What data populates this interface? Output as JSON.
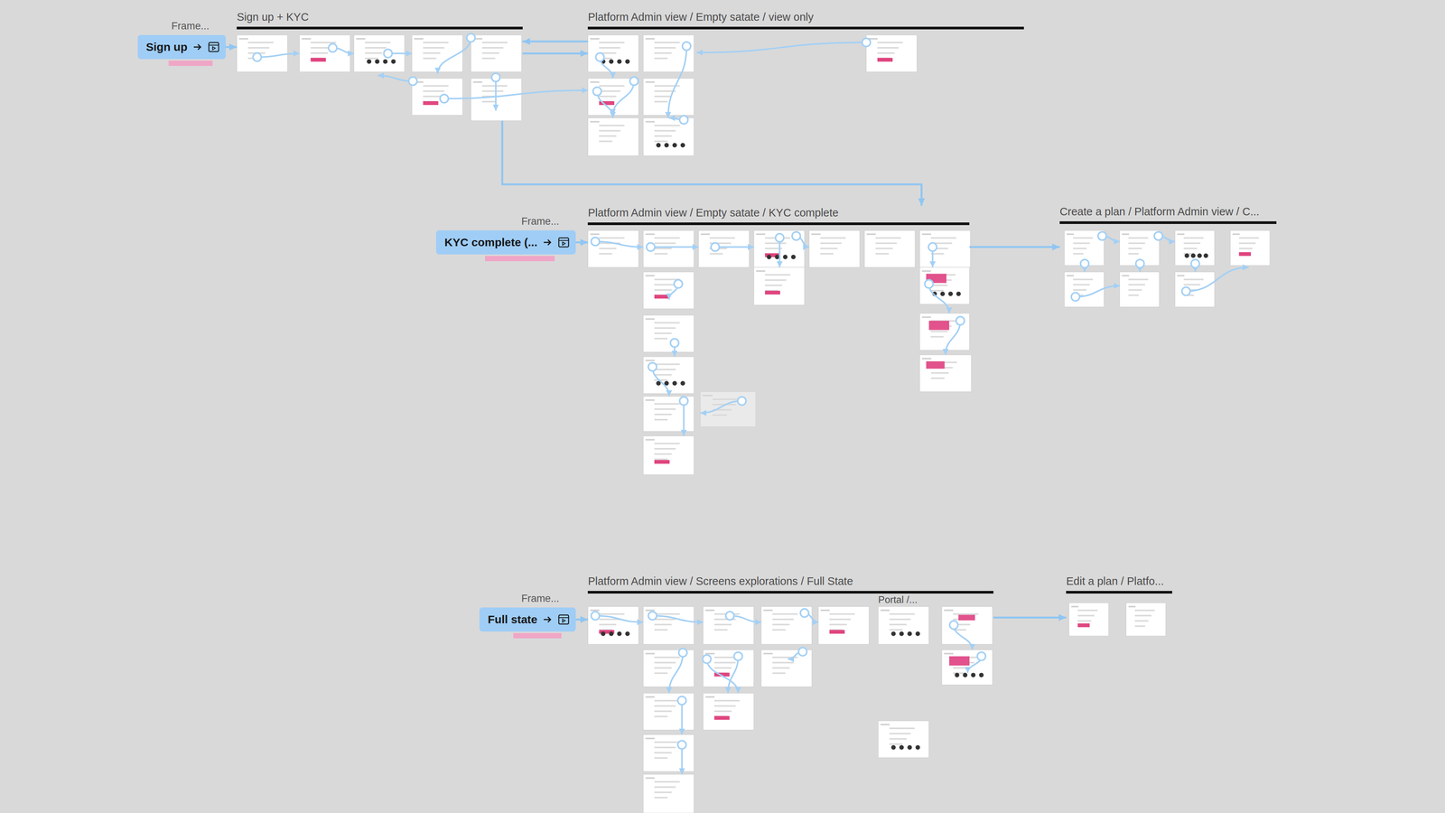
{
  "diagram": {
    "nodes": [
      {
        "text": [
          "Sign up"
        ]
      },
      {
        "text": [
          "Sign up + KYC"
        ]
      },
      {
        "text": [
          "Platform Admin view / Empty satate / view only"
        ]
      },
      {
        "text": [
          "KYC complete (..."
        ]
      },
      {
        "text": [
          "Platform Admin view / Empty satate / KYC complete"
        ]
      },
      {
        "text": [
          "Create a plan / Platform Admin view / C..."
        ]
      },
      {
        "text": [
          "Full state"
        ]
      },
      {
        "text": [
          "Platform Admin view / Screens explorations / Full State"
        ]
      },
      {
        "text": [
          "Portal /..."
        ],
        "in": 7
      },
      {
        "text": [
          "Edit a plan / Platfo..."
        ]
      }
    ],
    "edges": [
      {
        "from": 0,
        "to": 1,
        "arrow": "to"
      },
      {
        "from": 1,
        "to": 2,
        "arrow": "to"
      },
      {
        "from": 2,
        "to": 1,
        "arrow": "to"
      },
      {
        "from": 1,
        "to": 4,
        "arrow": "to"
      },
      {
        "from": 3,
        "to": 4,
        "arrow": "to"
      },
      {
        "from": 4,
        "to": 5,
        "arrow": "to"
      },
      {
        "from": 6,
        "to": 7,
        "arrow": "to"
      },
      {
        "from": 7,
        "to": 9,
        "arrow": "to"
      }
    ],
    "labels": [
      "Frame...",
      "Frame...",
      "Frame..."
    ]
  }
}
